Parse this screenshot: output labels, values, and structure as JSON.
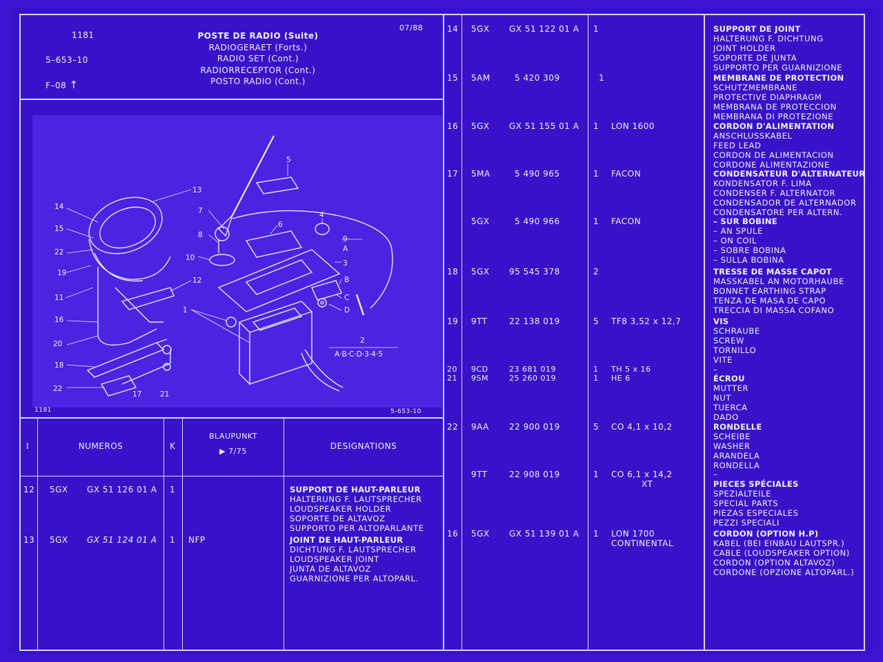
{
  "header": {
    "code": "1181",
    "ref": "5–653–10",
    "page": "F–08",
    "date": "07/88",
    "titles": [
      "POSTE DE RADIO (Suite)",
      "RADIOGERAET (Forts.)",
      "RADIO SET (Cont.)",
      "RADIORRECEPTOR (Cont.)",
      "POSTO RADIO (Cont.)"
    ]
  },
  "drawing": {
    "code_left": "1181",
    "code_right": "5-653-10",
    "callouts": [
      "1",
      "2",
      "3",
      "4",
      "5",
      "6",
      "7",
      "8",
      "9",
      "10",
      "11",
      "12",
      "13",
      "14",
      "15",
      "16",
      "17",
      "18",
      "19",
      "20",
      "21",
      "22",
      "22",
      "A",
      "B",
      "C",
      "D"
    ],
    "formula": "A·B·C·D·3·4·5"
  },
  "table_header": {
    "col_i": "I",
    "col_numeros": "NUMEROS",
    "col_k": "K",
    "col_blaupunkt": "BLAUPUNKT",
    "col_blaupunkt_sub": "▶ 7/75",
    "col_designations": "DESIGNATIONS"
  },
  "left_rows": [
    {
      "i": "12",
      "pre": "5GX",
      "num": "GX  51  126  01  A",
      "k": "1",
      "note": "",
      "desc": [
        "SUPPORT DE HAUT-PARLEUR",
        "HALTERUNG F. LAUTSPRECHER",
        "LOUDSPEAKER HOLDER",
        "SOPORTE DE ALTAVOZ",
        "SUPPORTO PER ALTOPARLANTE"
      ]
    },
    {
      "i": "13",
      "pre": "5GX",
      "num": "GX  51  124  01  A",
      "k": "1",
      "note": "NFP",
      "desc": [
        "JOINT DE HAUT-PARLEUR",
        "DICHTUNG F. LAUTSPRECHER",
        "LOUDSPEAKER JOINT",
        "JUNTA DE ALTAVOZ",
        "GUARNIZIONE PER ALTOPARL."
      ]
    }
  ],
  "right_rows": [
    {
      "i": "14",
      "pre": "5GX",
      "num": "GX  51  122  01  A",
      "k": "1",
      "note": "",
      "desc": [
        "SUPPORT DE JOINT",
        "HALTERUNG F. DICHTUNG",
        "JOINT HOLDER",
        "SOPORTE DE JUNTA",
        "SUPPORTO PER GUARNIZIONE"
      ]
    },
    {
      "i": "15",
      "pre": "5AM",
      "num": "5  420  309",
      "k": "1",
      "note": "",
      "desc": [
        "MEMBRANE DE PROTECTION",
        "SCHUTZMEMBRANE",
        "PROTECTIVE DIAPHRAGM",
        "MEMBRANA DE PROTECCION",
        "MEMBRANA DI PROTEZIONE"
      ]
    },
    {
      "i": "16",
      "pre": "5GX",
      "num": "GX  51  155  01  A",
      "k": "1",
      "note": "LON 1600",
      "desc": [
        "CORDON D'ALIMENTATION",
        "ANSCHLUSSKABEL",
        "FEED LEAD",
        "CORDON DE ALIMENTACION",
        "CORDONE ALIMENTAZIONE"
      ]
    },
    {
      "i": "17",
      "pre": "5MA",
      "num": "5  490  965",
      "k": "1",
      "note": "FACON",
      "desc": [
        "CONDENSATEUR D'ALTERNATEUR",
        "KONDENSATOR F. LIMA",
        "CONDENSER F. ALTERNATOR",
        "CONDENSADOR DE ALTERNADOR",
        "CONDENSATORE PER ALTERN."
      ]
    },
    {
      "i": "",
      "pre": "5GX",
      "num": "5  490  966",
      "k": "1",
      "note": "FACON",
      "desc": [
        "– SUR BOBINE",
        "– AN SPULE",
        "– ON COIL",
        "– SOBRE BOBINA",
        "– SULLA BOBINA"
      ]
    },
    {
      "i": "18",
      "pre": "5GX",
      "num": "95  545  378",
      "k": "2",
      "note": "",
      "desc": [
        "TRESSE DE MASSE CAPOT",
        "MASSKABEL AN MOTORHAUBE",
        "BONNET  EARTHING STRAP",
        "TENZA DE MASA DE CAPO",
        "TRECCIA DI MASSA COFANO"
      ]
    },
    {
      "i": "19",
      "pre": "9TT",
      "num": "22  138  019",
      "k": "5",
      "note": "TF8 3,52 x 12,7",
      "desc": [
        "VIS",
        "SCHRAUBE",
        "SCREW",
        "TORNILLO",
        "VITE"
      ]
    },
    {
      "i": "20",
      "pre": "9CD",
      "num": "23  681  019",
      "k": "1",
      "note": "TH 5 x 16",
      "desc": [
        "–"
      ]
    },
    {
      "i": "21",
      "pre": "9SM",
      "num": "25  260  019",
      "k": "1",
      "note": "HE 6",
      "desc": [
        "ÉCROU",
        "MUTTER",
        "NUT",
        "TUERCA",
        "DADO"
      ]
    },
    {
      "i": "22",
      "pre": "9AA",
      "num": "22  900  019",
      "k": "5",
      "note": "CO 4,1 x 10,2",
      "desc": [
        "RONDELLE",
        "SCHEIBE",
        "WASHER",
        "ARANDELA",
        "RONDELLA"
      ]
    },
    {
      "i": "",
      "pre": "9TT",
      "num": "22  908  019",
      "k": "1",
      "note": "CO 6,1 x 14,2",
      "note2": "XT",
      "desc": [
        "–",
        "PIECES SPÉCIALES",
        "SPEZIALTEILE",
        "SPECIAL PARTS",
        "PIEZAS ESPECIALES",
        "PEZZI SPECIALI"
      ]
    },
    {
      "i": "16",
      "pre": "5GX",
      "num": "GX  51  139  01  A",
      "k": "1",
      "note": "LON 1700",
      "note2": "CONTINENTAL",
      "desc": [
        "CORDON (OPTION H.P)",
        "KABEL (BEI EINBAU LAUTSPR.)",
        "CABLE (LOUDSPEAKER OPTION)",
        "CORDON (OPTION ALTAVOZ)",
        "CORDONE (OPZIONE ALTOPARL.)"
      ]
    }
  ]
}
